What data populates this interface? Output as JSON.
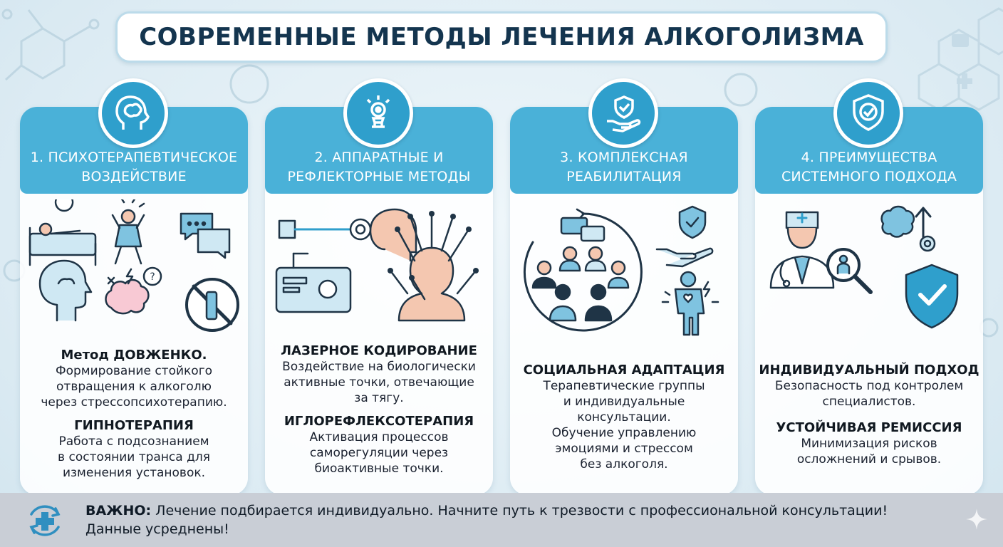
{
  "title": "СОВРЕМЕННЫЕ МЕТОДЫ ЛЕЧЕНИЯ АЛКОГОЛИЗМА",
  "colors": {
    "accent": "#4ab1d8",
    "accent_dark": "#2f9fcc",
    "title_text": "#14354f",
    "footer_bg": "#c9ced6"
  },
  "cards": [
    {
      "icon": "brain-head-icon",
      "heading_lines": [
        "1. ПСИХОТЕРАПЕВТИЧЕСКОЕ",
        "ВОЗДЕЙСТВИЕ"
      ],
      "blocks": [
        {
          "title": "Метод ДОВЖЕНКО.",
          "lines": [
            "Формирование стойкого",
            "отвращения к алкоголю",
            "через стрессопсихотерапию."
          ]
        },
        {
          "title": "ГИПНОТЕРАПИЯ",
          "lines": [
            "Работа с подсознанием",
            "в состоянии транса для",
            "изменения установок."
          ]
        }
      ]
    },
    {
      "icon": "head-target-icon",
      "heading_lines": [
        "2. АППАРАТНЫЕ И",
        "РЕФЛЕКТОРНЫЕ МЕТОДЫ"
      ],
      "blocks": [
        {
          "title": "ЛАЗЕРНОЕ КОДИРОВАНИЕ",
          "lines": [
            "Воздействие на биологически",
            "активные точки, отвечающие",
            "за тягу."
          ]
        },
        {
          "title": "ИГЛОРЕФЛЕКСОТЕРАПИЯ",
          "lines": [
            "Активация процессов",
            "саморегуляции через",
            "биоактивные точки."
          ]
        }
      ]
    },
    {
      "icon": "hand-shield-icon",
      "heading_lines": [
        "3. КОМПЛЕКСНАЯ",
        "РЕАБИЛИТАЦИЯ"
      ],
      "blocks": [
        {
          "title": "СОЦИАЛЬНАЯ АДАПТАЦИЯ",
          "lines": [
            "Терапевтические группы",
            "и индивидуальные",
            "консультации.",
            "Обучение управлению",
            "эмоциями и стрессом",
            "без алкоголя."
          ]
        }
      ]
    },
    {
      "icon": "shield-check-icon",
      "heading_lines": [
        "4. ПРЕИМУЩЕСТВА",
        "СИСТЕМНОГО ПОДХОДА"
      ],
      "blocks": [
        {
          "title": "ИНДИВИДУАЛЬНЫЙ ПОДХОД",
          "lines": [
            "Безопасность под контролем",
            "специалистов."
          ]
        },
        {
          "title": "УСТОЙЧИВАЯ РЕМИССИЯ",
          "lines": [
            "Минимизация рисков",
            "осложнений и срывов."
          ]
        }
      ]
    }
  ],
  "footer": {
    "icon": "medical-cross-refresh-icon",
    "label": "ВАЖНО:",
    "line1": "Лечение подбирается индивидуально. Начните путь к трезвости с профессиональной консультации!",
    "line2": "Данные усреднены!"
  }
}
